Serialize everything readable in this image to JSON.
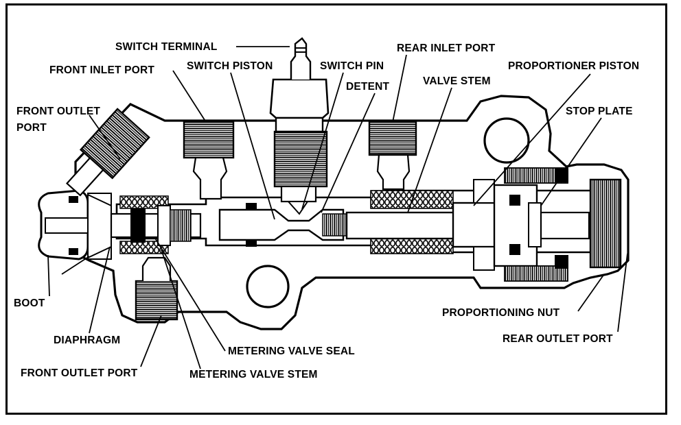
{
  "labels": {
    "switch_terminal": "SWITCH TERMINAL",
    "rear_inlet_port": "REAR INLET PORT",
    "front_inlet_port": "FRONT INLET PORT",
    "switch_piston": "SWITCH PISTON",
    "switch_pin": "SWITCH PIN",
    "proportioner_piston": "PROPORTIONER PISTON",
    "detent": "DETENT",
    "valve_stem": "VALVE STEM",
    "front_outlet_port_top_line1": "FRONT OUTLET",
    "front_outlet_port_top_line2": "PORT",
    "stop_plate": "STOP PLATE",
    "boot": "BOOT",
    "diaphragm": "DIAPHRAGM",
    "front_outlet_port_bottom": "FRONT OUTLET PORT",
    "metering_valve_seal": "METERING VALVE SEAL",
    "metering_valve_stem": "METERING VALVE STEM",
    "proportioning_nut": "PROPORTIONING NUT",
    "rear_outlet_port": "REAR OUTLET PORT"
  }
}
